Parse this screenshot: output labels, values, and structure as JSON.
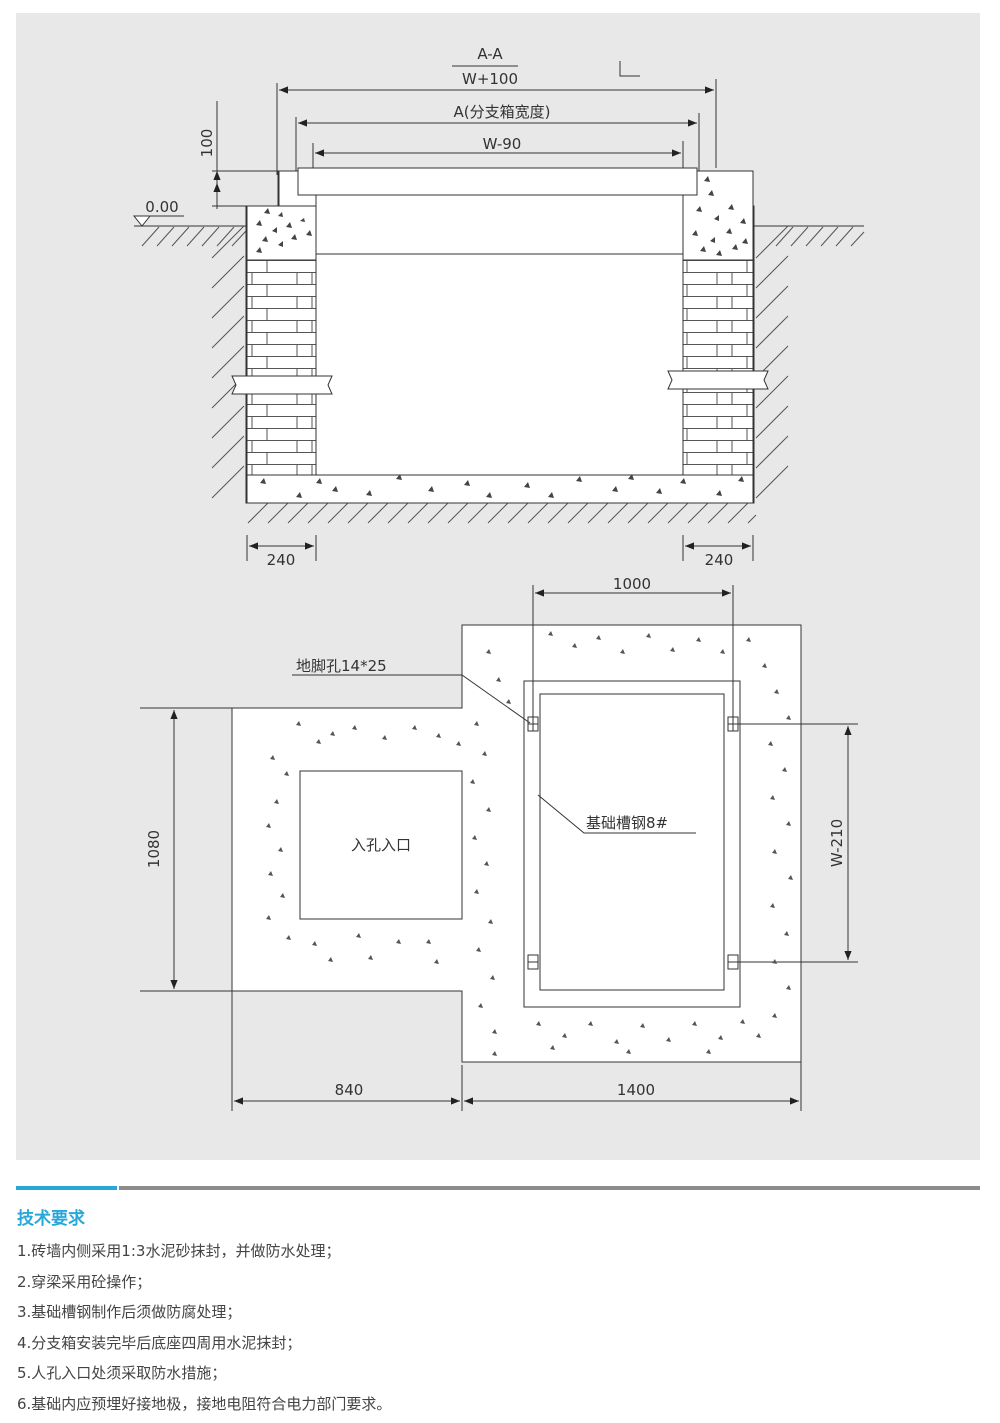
{
  "section": {
    "title": "A-A",
    "width_top": "W+100",
    "width_box": "A(分支箱宽度)",
    "width_inner": "W-90",
    "depth_above_ground": "100",
    "ground_level": "0.00",
    "wall_left": "240",
    "wall_right": "240"
  },
  "plan": {
    "top_width": "1000",
    "anchor_hole": "地脚孔14*25",
    "manhole_label": "入孔入口",
    "channel_steel": "基础槽钢8#",
    "height_left": "1080",
    "height_right": "W-210",
    "bottom_left": "840",
    "bottom_right": "1400"
  },
  "requirements": {
    "title": "技术要求",
    "items": [
      "1.砖墙内侧采用1:3水泥砂抹封，并做防水处理；",
      "2.穿梁采用砼操作；",
      "3.基础槽钢制作后须做防腐处理；",
      "4.分支箱安装完毕后底座四周用水泥抹封；",
      "5.人孔入口处须采取防水措施；",
      "6.基础内应预埋好接地极，接地电阻符合电力部门要求。"
    ]
  },
  "colors": {
    "accent": "#2aa7d9",
    "divider": "#8c8c8c",
    "panel": "#e8e8e8",
    "line": "#333333"
  }
}
